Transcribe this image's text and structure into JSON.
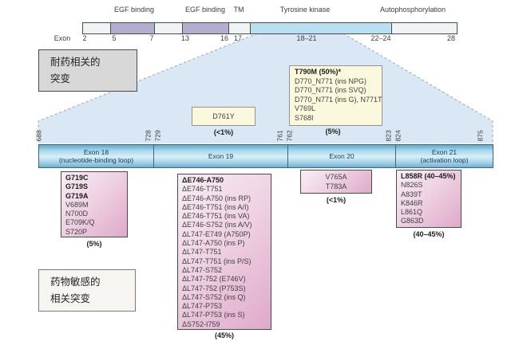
{
  "top_bar": {
    "domains": [
      "EGF binding",
      "EGF binding",
      "TM",
      "Tyrosine kinase",
      "Autophosphorylation"
    ],
    "exon_row_label": "Exon",
    "exon_ticks": [
      "2",
      "5",
      "7",
      "13",
      "16",
      "17",
      "18–21",
      "22–24",
      "28"
    ]
  },
  "labels": {
    "resistance": {
      "line1": "耐药相关的",
      "line2": "突变"
    },
    "sensitive": {
      "line1": "药物敏感的",
      "line2": "相关突变"
    }
  },
  "zoom_strip": {
    "residue_numbers": [
      "688",
      "728",
      "729",
      "761",
      "762",
      "823",
      "824",
      "875"
    ],
    "cells": [
      {
        "line1": "Exon 18",
        "line2": "(nucleotide-binding loop)"
      },
      {
        "line1": "Exon 19",
        "line2": ""
      },
      {
        "line1": "Exon 20",
        "line2": ""
      },
      {
        "line1": "Exon 21",
        "line2": "(activation loop)"
      }
    ]
  },
  "mutation_boxes": {
    "d761y": {
      "items": [
        {
          "t": "D761Y"
        }
      ],
      "pct": "(<1%)"
    },
    "t790m": {
      "items": [
        {
          "t": "T790M (50%)*",
          "b": true
        },
        {
          "t": "D770_N771 (ins NPG)"
        },
        {
          "t": "D770_N771 (ins SVQ)"
        },
        {
          "t": "D770_N771 (ins G), N771T"
        },
        {
          "t": "V769L"
        },
        {
          "t": "S768I"
        }
      ],
      "pct": "(5%)"
    },
    "exon18": {
      "items": [
        {
          "t": "G719C",
          "b": true
        },
        {
          "t": "G719S",
          "b": true
        },
        {
          "t": "G719A",
          "b": true
        },
        {
          "t": "V689M"
        },
        {
          "t": "N700D"
        },
        {
          "t": "E709K/Q"
        },
        {
          "t": "S720P"
        }
      ],
      "pct": "(5%)"
    },
    "exon19": {
      "items": [
        {
          "t": "ΔE746-A750",
          "b": true
        },
        {
          "t": "ΔE746-T751"
        },
        {
          "t": "ΔE746-A750 (ins RP)"
        },
        {
          "t": "ΔE746-T751 (ins A/I)"
        },
        {
          "t": "ΔE746-T751 (ins VA)"
        },
        {
          "t": "ΔE746-S752 (ins A/V)"
        },
        {
          "t": "ΔL747-E749 (A750P)"
        },
        {
          "t": "ΔL747-A750 (ins P)"
        },
        {
          "t": "ΔL747-T751"
        },
        {
          "t": "ΔL747-T751 (ins P/S)"
        },
        {
          "t": "ΔL747-S752"
        },
        {
          "t": "ΔL747-752 (E746V)"
        },
        {
          "t": "ΔL747-752 (P753S)"
        },
        {
          "t": "ΔL747-S752 (ins Q)"
        },
        {
          "t": "ΔL747-P753"
        },
        {
          "t": "ΔL747-P753 (ins S)"
        },
        {
          "t": "ΔS752-I759"
        }
      ],
      "pct": "(45%)"
    },
    "exon20": {
      "items": [
        {
          "t": "V765A"
        },
        {
          "t": "T783A"
        }
      ],
      "pct": "(<1%)"
    },
    "exon21": {
      "items": [
        {
          "t": "L858R (40–45%)",
          "b": true
        },
        {
          "t": "N826S"
        },
        {
          "t": "A839T"
        },
        {
          "t": "K846R"
        },
        {
          "t": "L861Q"
        },
        {
          "t": "G863D"
        }
      ],
      "pct": "(40–45%)"
    }
  },
  "colors": {
    "domain_purple": "#b3aecf",
    "kinase_blue": "#b9e0f0",
    "funnel_blue": "#d9e8f4",
    "strip_blue": "#8ec3de",
    "mutation_pink": "#dfa9ca",
    "note_yellow": "#fbf9dd"
  }
}
